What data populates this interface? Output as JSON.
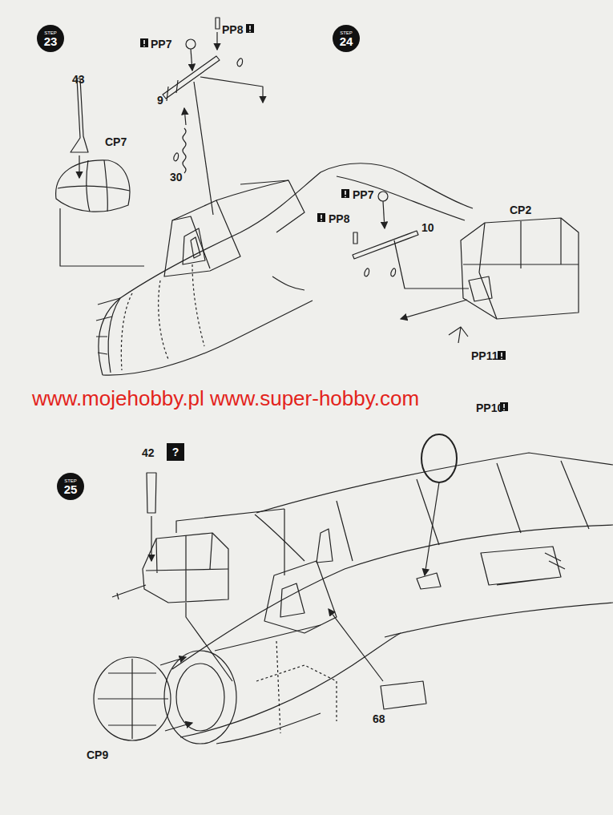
{
  "diagram": {
    "nodes": [
      {
        "text": [
          "STEP",
          "23"
        ]
      },
      {
        "text": [
          "STEP",
          "24"
        ]
      },
      {
        "text": [
          "STEP",
          "25"
        ]
      },
      {
        "text": [
          "?"
        ]
      }
    ],
    "labels": [
      "43",
      "CP7",
      "PP7",
      "PP8",
      "9",
      "30",
      "PP7",
      "PP8",
      "10",
      "CP2",
      "PP11",
      "www.mojehobby.pl www.super-hobby.com",
      "PP10",
      "42",
      "68",
      "CP9"
    ]
  }
}
